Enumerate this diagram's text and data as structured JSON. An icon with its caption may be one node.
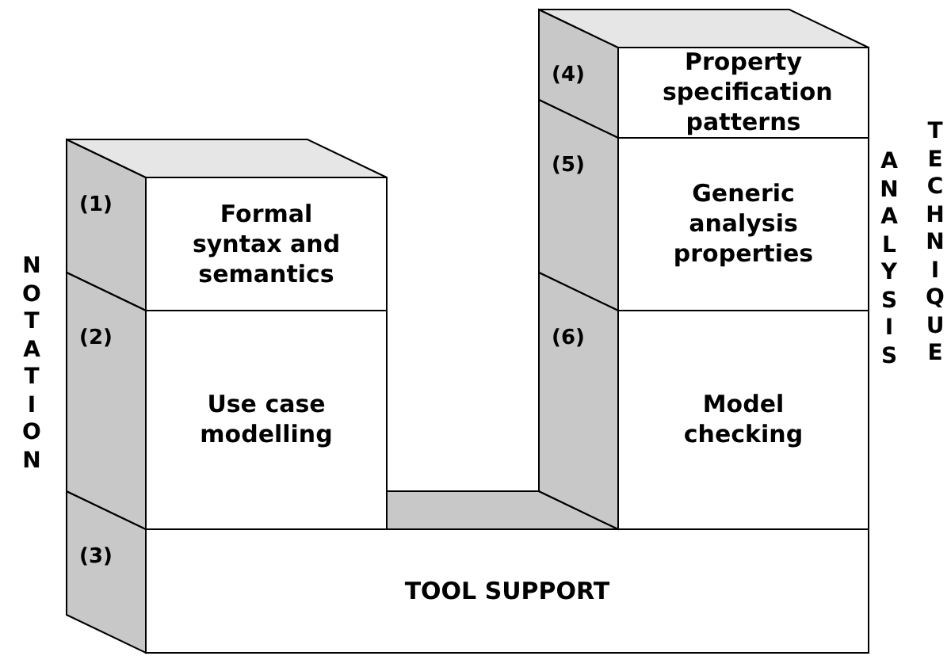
{
  "diagram": {
    "nodes": [
      {
        "text": [
          "(1)",
          "Formal syntax and semantics"
        ]
      },
      {
        "text": [
          "(2)",
          "Use case modelling"
        ]
      },
      {
        "text": [
          "(3)",
          "TOOL SUPPORT"
        ]
      },
      {
        "text": [
          "(4)",
          "Property specification patterns"
        ]
      },
      {
        "text": [
          "(5)",
          "Generic analysis properties"
        ]
      },
      {
        "text": [
          "(6)",
          "Model checking"
        ]
      }
    ],
    "edges": [],
    "labels": [
      "NOTATION",
      "ANALYSIS",
      "TECHNIQUE"
    ]
  }
}
